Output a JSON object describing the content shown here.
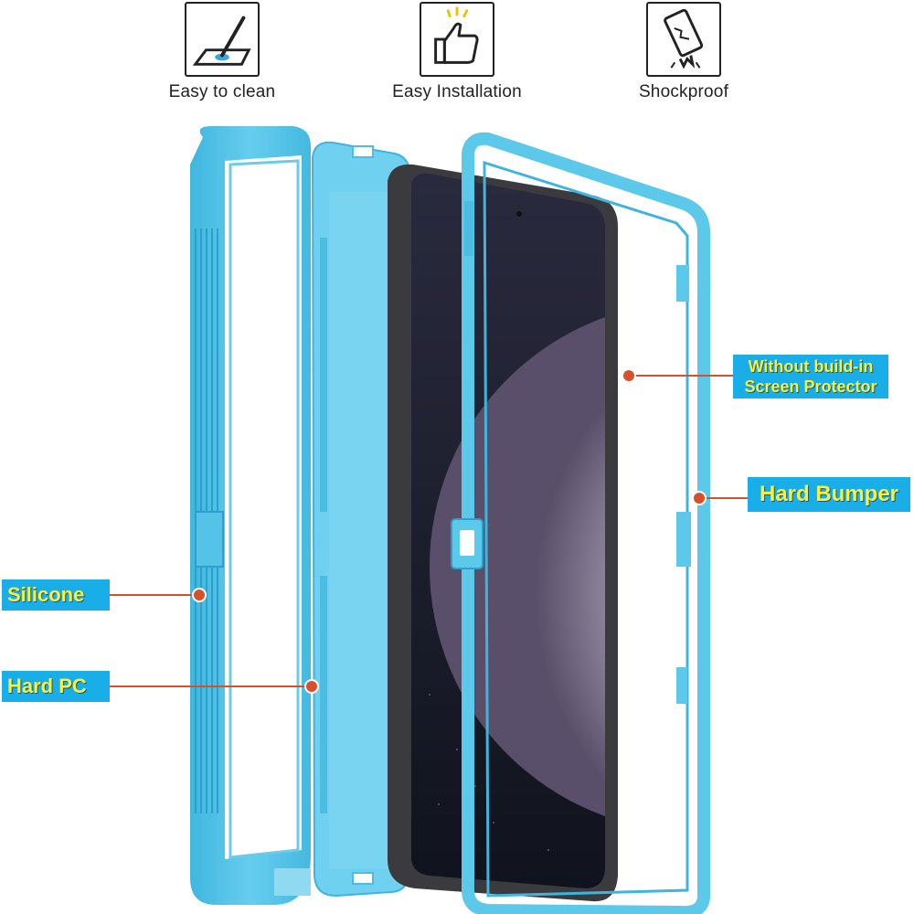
{
  "features": [
    {
      "icon": "pen-tablet-icon",
      "label": "Easy to clean"
    },
    {
      "icon": "thumbs-up-icon",
      "label": "Easy Installation"
    },
    {
      "icon": "shattered-phone-icon",
      "label": "Shockproof"
    }
  ],
  "callouts": {
    "screen_protector_line1": "Without build-in",
    "screen_protector_line2": "Screen Protector",
    "hard_bumper": "Hard Bumper",
    "silicone": "Silicone",
    "hard_pc": "Hard PC"
  },
  "colors": {
    "case_blue": "#5cc8ea",
    "callout_bg": "#1aaee8",
    "callout_text": "#ffef3a",
    "leader_line": "#d5512b"
  }
}
